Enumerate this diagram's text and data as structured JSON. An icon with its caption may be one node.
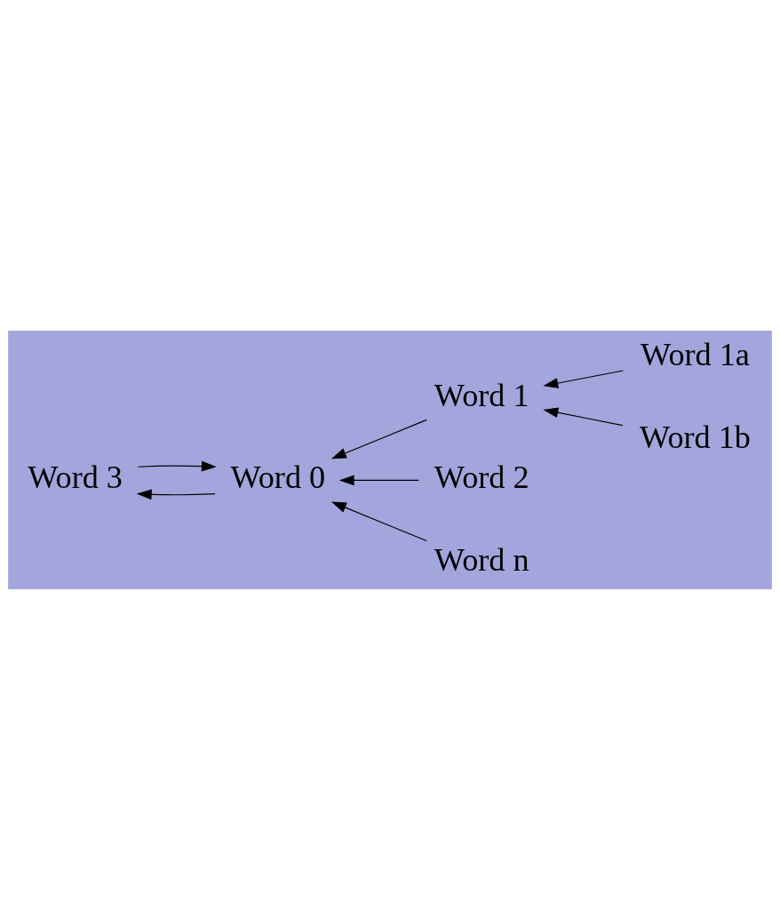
{
  "diagram": {
    "nodes": [
      {
        "text": [
          "Word 1a"
        ]
      },
      {
        "text": [
          "Word 1"
        ]
      },
      {
        "text": [
          "Word 1b"
        ]
      },
      {
        "text": [
          "Word 0"
        ]
      },
      {
        "text": [
          "Word 2"
        ]
      },
      {
        "text": [
          "Word 3"
        ]
      },
      {
        "text": [
          "Word n"
        ]
      }
    ],
    "edges": [
      {
        "from": 0,
        "to": 1,
        "arrow": "to"
      },
      {
        "from": 2,
        "to": 1,
        "arrow": "to"
      },
      {
        "from": 1,
        "to": 3,
        "arrow": "to"
      },
      {
        "from": 4,
        "to": 3,
        "arrow": "to"
      },
      {
        "from": 5,
        "to": 3,
        "arrow": "to"
      },
      {
        "from": 6,
        "to": 3,
        "arrow": "to"
      },
      {
        "from": 3,
        "to": 5,
        "arrow": "to"
      }
    ]
  }
}
